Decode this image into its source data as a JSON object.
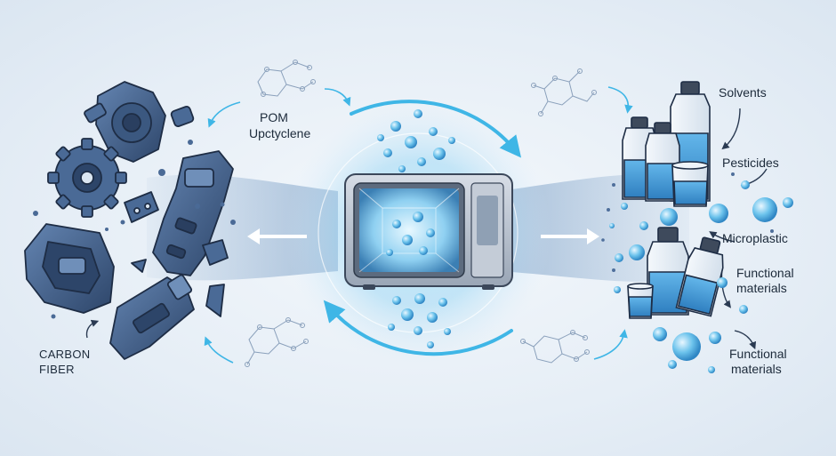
{
  "labels": {
    "pom_line1": "POM",
    "pom_line2": "Upctyclene",
    "carbon_line1": "CARBON",
    "carbon_line2": "FIBER",
    "solvents": "Solvents",
    "pesticides": "Pesticides",
    "microplastic": "Microplastic",
    "functional_a_line1": "Functional",
    "functional_a_line2": "materials",
    "functional_b_line1": "Functional",
    "functional_b_line2": "materials"
  },
  "colors": {
    "accent": "#3fb6e6",
    "plastic_dark": "#2d4569",
    "plastic_mid": "#4a6a96",
    "liquid": "#3f9ad8",
    "outline": "#1e2d45"
  },
  "icons": [
    "microwave-icon",
    "gear-icon",
    "clamp-icon",
    "bottle-icon",
    "molecule-icon"
  ]
}
